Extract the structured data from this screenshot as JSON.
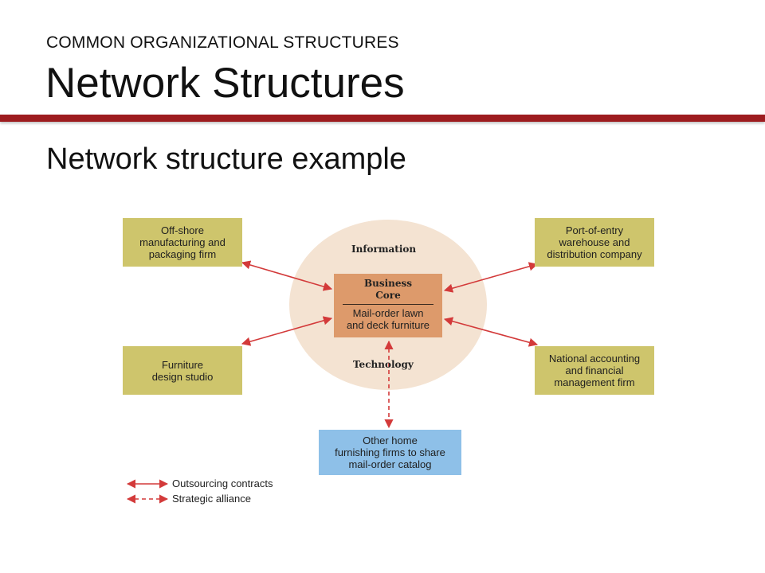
{
  "slide": {
    "kicker": "COMMON ORGANIZATIONAL STRUCTURES",
    "title": "Network Structures",
    "subtitle": "Network structure example"
  },
  "diagram": {
    "hub": {
      "top_label": "Information",
      "bottom_label": "Technology",
      "core_title_line1": "Business",
      "core_title_line2": "Core",
      "core_desc_line1": "Mail-order lawn",
      "core_desc_line2": "and deck furniture"
    },
    "partners": {
      "offshore": [
        "Off-shore",
        "manufacturing and",
        "packaging firm"
      ],
      "warehouse": [
        "Port-of-entry",
        "warehouse and",
        "distribution company"
      ],
      "furniture": [
        "Furniture",
        "design studio"
      ],
      "accounting": [
        "National accounting",
        "and financial",
        "management firm"
      ],
      "furnishing": [
        "Other home",
        "furnishing firms to share",
        "mail-order catalog"
      ]
    },
    "legend": {
      "outsourcing": "Outsourcing contracts",
      "alliance": "Strategic alliance"
    },
    "colors": {
      "rule": "#9d1c1f",
      "partner_box": "#cec56c",
      "alliance_box": "#8ec0e8",
      "core": "#dd9a6b",
      "hub_circle": "#f4e3d2",
      "arrow": "#d33a3a"
    }
  }
}
